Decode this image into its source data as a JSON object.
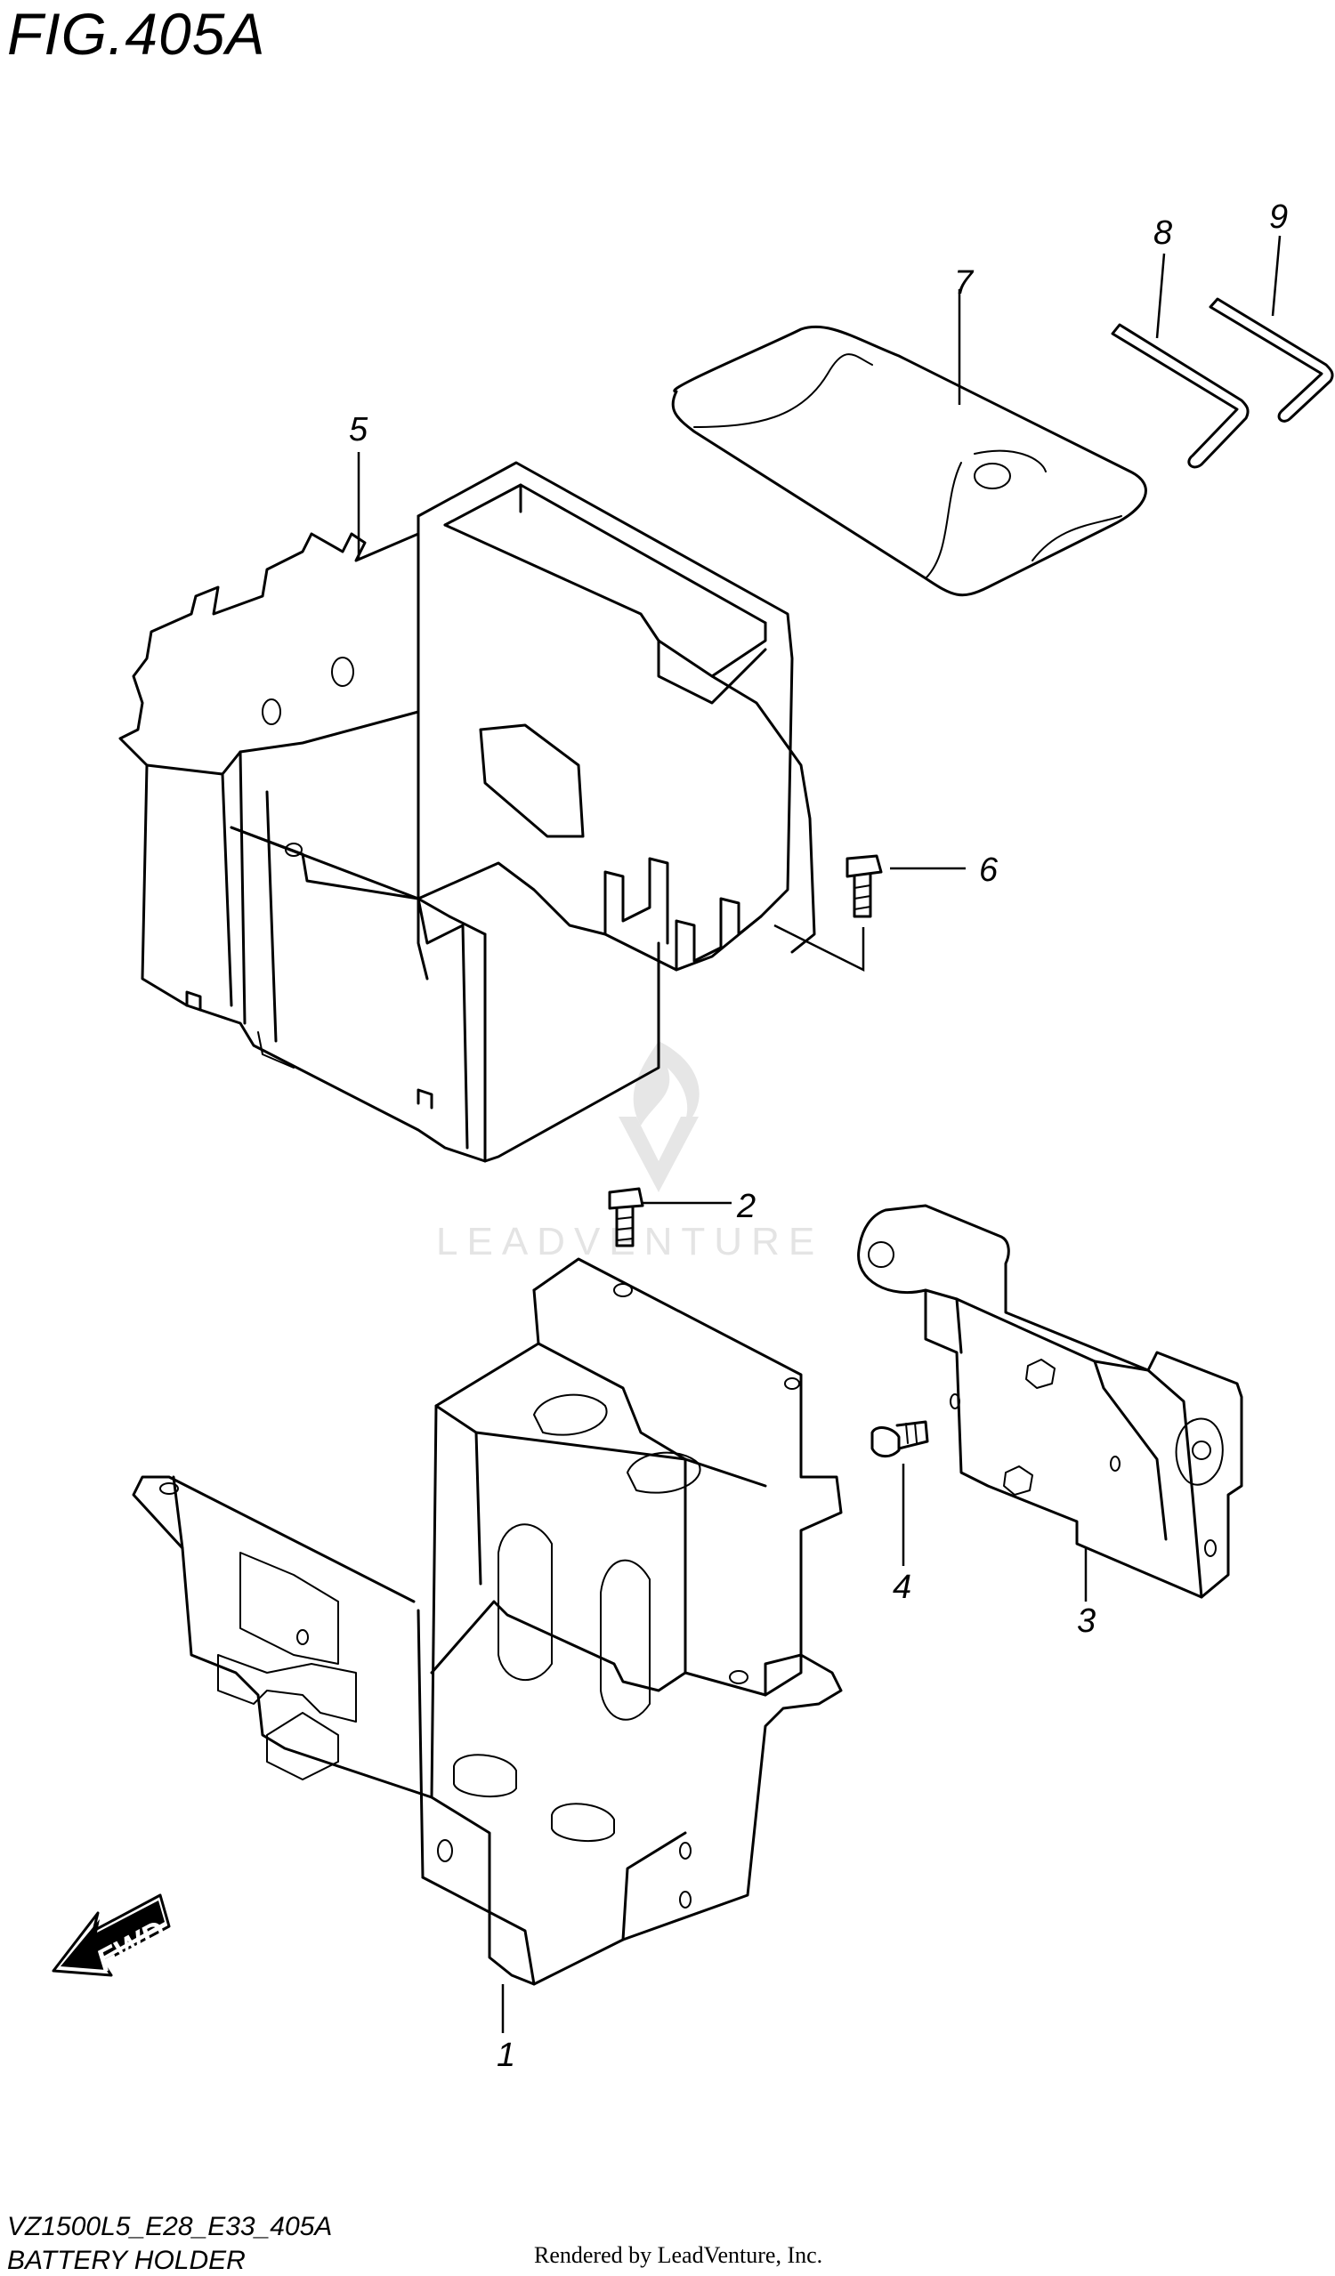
{
  "figure": {
    "title": "FIG.405A",
    "code": "VZ1500L5_E28_E33_405A",
    "caption": "BATTERY HOLDER"
  },
  "watermark": {
    "text": "LEADVENTURE"
  },
  "footer": {
    "credit": "Rendered by LeadVenture, Inc."
  },
  "direction_badge": {
    "label": "FWD"
  },
  "callouts": [
    "1",
    "2",
    "3",
    "4",
    "5",
    "6",
    "7",
    "8",
    "9"
  ]
}
